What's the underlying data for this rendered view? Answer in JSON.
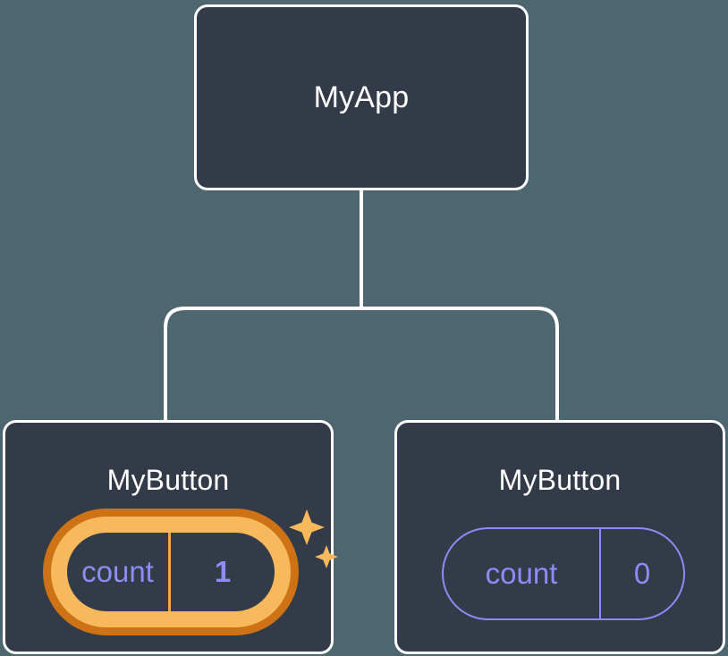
{
  "diagram": {
    "type": "component-tree",
    "background_color": "#4d6670",
    "node_fill_color": "#333b49",
    "node_border_color": "#ffffff",
    "connector_color": "#ffffff",
    "state_text_color": "#8b8cf5",
    "highlight_outer_color": "#cd7215",
    "highlight_inner_color": "#f8b95c",
    "sparkle_color": "#f8b95c",
    "root": {
      "label": "MyApp"
    },
    "children": [
      {
        "label": "MyButton",
        "state": {
          "key": "count",
          "value": "1"
        },
        "highlighted": true,
        "sparkle_icons": [
          "sparkle-large-icon",
          "sparkle-small-icon"
        ]
      },
      {
        "label": "MyButton",
        "state": {
          "key": "count",
          "value": "0"
        },
        "highlighted": false
      }
    ]
  }
}
